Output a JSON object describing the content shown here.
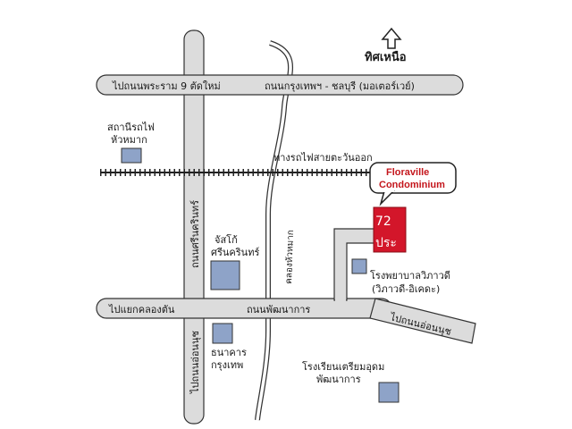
{
  "north_label": "ทิศเหนือ",
  "roads": {
    "top_left": "ไปถนนพระราม 9 ตัดใหม่",
    "top_right": "ถนนกรุงเทพฯ - ชลบุรี (มอเตอร์เวย์)",
    "bottom_left": "ไปแยกคลองตัน",
    "bottom_middle": "ถนนพัฒนาการ",
    "bottom_right": "ไปถนนอ่อนนุช",
    "vertical_top": "ถนนศรีนครินทร์",
    "vertical_bottom": "ไปถนนอ่อนนุช",
    "canal": "คลองหัวหมาก"
  },
  "railway_label": "ทางรถไฟสายตะวันออก",
  "places": {
    "station": [
      "สถานีรถไฟ",
      "หัวหมาก"
    ],
    "mall": [
      "จัสโก้",
      "ศรีนครินทร์"
    ],
    "hospital": [
      "โรงพยาบาลวิภาวดี",
      "(วิภาวดี-อิเคดะ)"
    ],
    "bank": [
      "ธนาคาร",
      "กรุงเทพ"
    ],
    "school": [
      "โรงเรียนเตรียมอุดม",
      "พัฒนาการ"
    ]
  },
  "callout": [
    "Floraville",
    "Condominium"
  ],
  "target_text": [
    "72",
    "ประ"
  ],
  "colors": {
    "road": "#dcdcdc",
    "building": "#8ea3c8",
    "target": "#d3162a",
    "callout_text": "#c4161c"
  }
}
